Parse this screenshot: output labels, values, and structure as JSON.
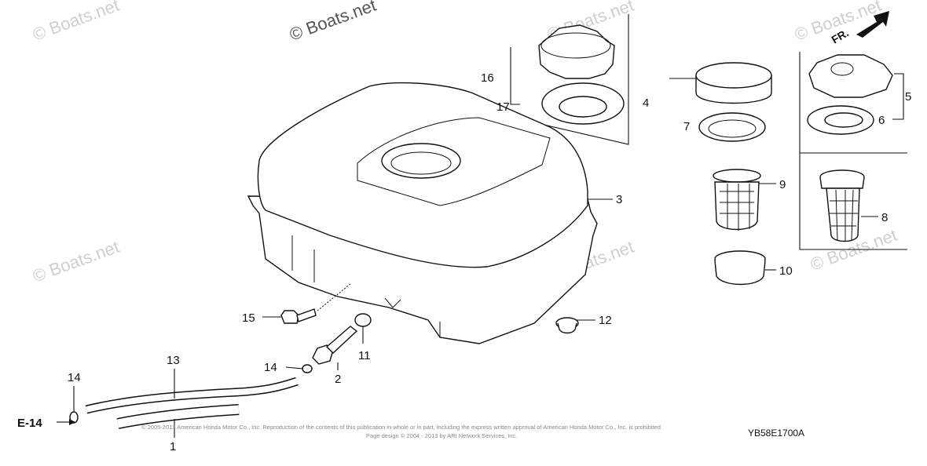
{
  "watermark": "© Boats.net",
  "callouts": [
    "16",
    "17",
    "4",
    "7",
    "5",
    "6",
    "3",
    "9",
    "8",
    "10",
    "12",
    "15",
    "11",
    "2",
    "14",
    "13",
    "14",
    "1"
  ],
  "direction_label": "FR.",
  "reference": "E-14",
  "drawing_code": "YB58E1700A",
  "copyright_line1": "© 2005-2013 American Honda Motor Co., Inc. Reproduction of the contents of this publication in whole or in part, including the express written approval of American Honda Motor Co., Inc. is prohibited.",
  "copyright_line2": "Page design © 2004 - 2013 by ARI Network Services, Inc."
}
